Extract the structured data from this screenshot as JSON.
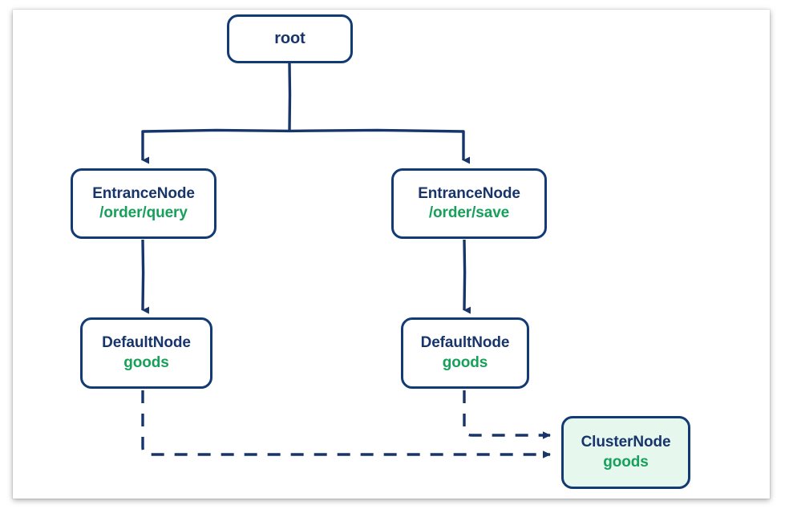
{
  "diagram": {
    "type": "flow-tree",
    "background_color": "#ffffff",
    "node_border_color": "#123a73",
    "title_color": "#17356b",
    "subtitle_color": "#17a05a",
    "cluster_fill_color": "#e6f7ee",
    "edge_color": "#17356b",
    "nodes": [
      {
        "id": "root",
        "title": "root",
        "subtitle": "",
        "kind": "root"
      },
      {
        "id": "entrance-query",
        "title": "EntranceNode",
        "subtitle": "/order/query",
        "kind": "entrance"
      },
      {
        "id": "entrance-save",
        "title": "EntranceNode",
        "subtitle": "/order/save",
        "kind": "entrance"
      },
      {
        "id": "default-left",
        "title": "DefaultNode",
        "subtitle": "goods",
        "kind": "default"
      },
      {
        "id": "default-right",
        "title": "DefaultNode",
        "subtitle": "goods",
        "kind": "default"
      },
      {
        "id": "cluster-goods",
        "title": "ClusterNode",
        "subtitle": "goods",
        "kind": "cluster"
      }
    ],
    "edges": [
      {
        "from": "root",
        "to": "entrance-query",
        "style": "solid",
        "arrow": true
      },
      {
        "from": "root",
        "to": "entrance-save",
        "style": "solid",
        "arrow": true
      },
      {
        "from": "entrance-query",
        "to": "default-left",
        "style": "solid",
        "arrow": true
      },
      {
        "from": "entrance-save",
        "to": "default-right",
        "style": "solid",
        "arrow": true
      },
      {
        "from": "default-left",
        "to": "cluster-goods",
        "style": "dashed",
        "arrow": true
      },
      {
        "from": "default-right",
        "to": "cluster-goods",
        "style": "dashed",
        "arrow": true
      }
    ]
  }
}
